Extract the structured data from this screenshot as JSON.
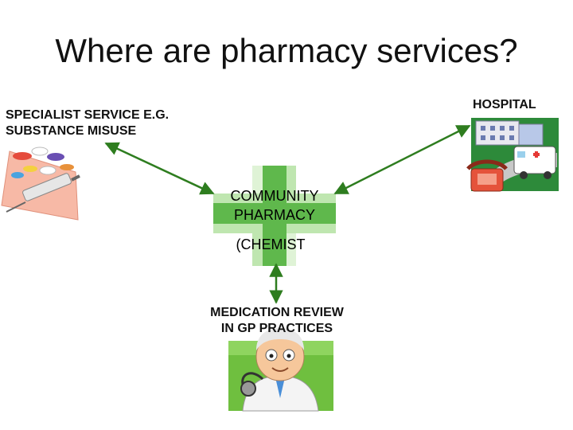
{
  "slide": {
    "title": "Where are pharmacy services?",
    "nodes": {
      "specialist_line1": "SPECIALIST SERVICE E.G.",
      "specialist_line2": "SUBSTANCE MISUSE",
      "hospital": "HOSPITAL",
      "community_line1": "COMMUNITY",
      "community_line2": "PHARMACY",
      "chemist": "(CHEMIST",
      "review_line1": "MEDICATION REVIEW",
      "review_line2": "IN GP PRACTICES"
    }
  },
  "colors": {
    "arrow": "#2e7d1f",
    "cross_light": "#bfe6b0",
    "cross_dark": "#5fb84c"
  },
  "icons": [
    "pills-syringe-icon",
    "hospital-ambulance-icon",
    "pharmacy-cross-icon",
    "doctor-stethoscope-icon"
  ]
}
